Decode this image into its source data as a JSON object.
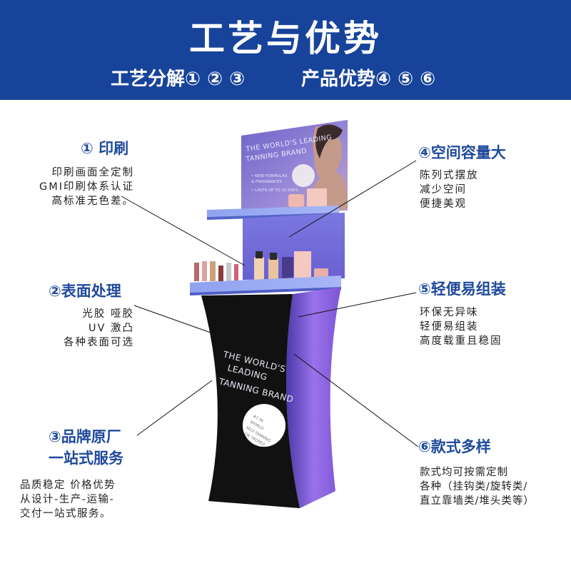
{
  "header": {
    "title": "工艺与优势",
    "subtitle_left": "工艺分解① ② ③",
    "subtitle_right": "产品优势④ ⑤ ⑥"
  },
  "features": {
    "f1": {
      "title": "① 印刷",
      "lines": [
        "印刷画面全定制",
        "GMI印刷体系认证",
        "高标准无色差。"
      ]
    },
    "f2": {
      "title": "②表面处理",
      "lines": [
        "光胶 哑胶",
        "UV 激凸",
        "各种表面可选"
      ]
    },
    "f3": {
      "title1": "③品牌原厂",
      "title2": "一站式服务",
      "lines": [
        "品质稳定 价格优势",
        "从设计-生产-运输-",
        "交付一站式服务。"
      ]
    },
    "f4": {
      "title": "④空间容量大",
      "lines": [
        "陈列式摆放",
        "减少空间",
        "便捷美观"
      ]
    },
    "f5": {
      "title": "⑤轻便易组装",
      "lines": [
        "环保无异味",
        "轻便易组装",
        "高度载重且稳固"
      ]
    },
    "f6": {
      "title": "⑥款式多样",
      "lines": [
        "款式均可按需定制",
        "各种（挂钩类/旋转类/",
        "直立靠墙类/堆头类等）"
      ]
    }
  },
  "product": {
    "header_text": [
      "THE WORLD'S LEADING",
      "TANNING BRAND"
    ],
    "header_bullets": [
      "• NEW FORMULAS",
      "& FRAGRANCES",
      "• LASTS UP TO 10 DAYS"
    ],
    "body_text": [
      "THE WORLD'S",
      "LEADING",
      "TANNING BRAND"
    ],
    "badge_text": [
      "#1 IN",
      "WORLD",
      "SELF-TANNING",
      "OR TROPEZ"
    ],
    "colors": {
      "banner": "#17439a",
      "title_blue": "#1f4a9c",
      "stand_black": "#111111",
      "stand_purple": "#8a6ee8"
    }
  }
}
